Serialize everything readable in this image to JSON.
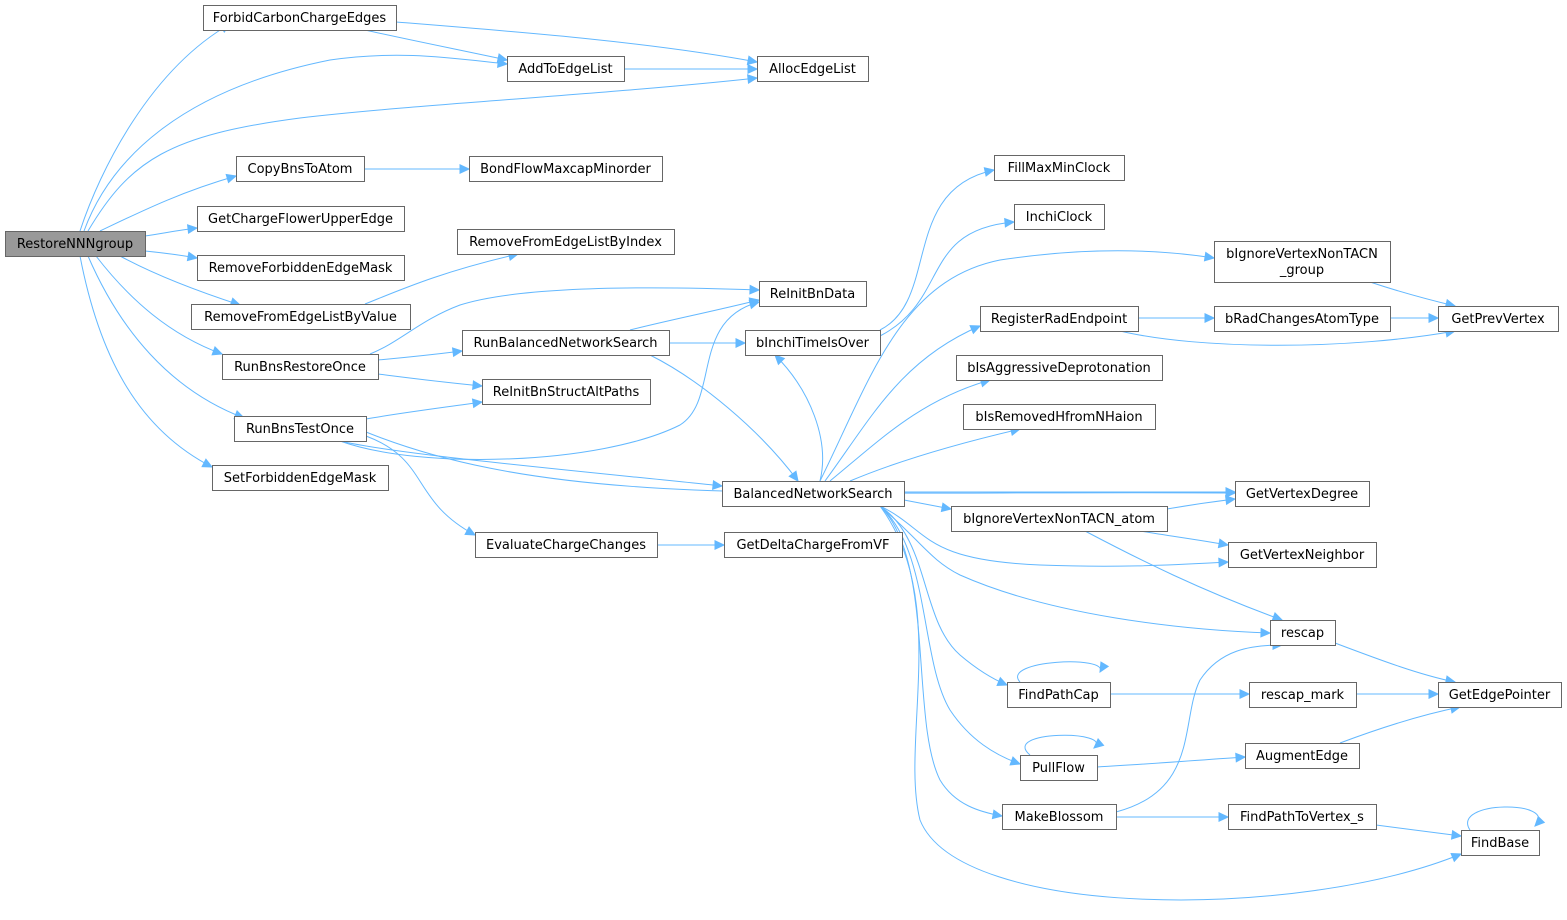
{
  "colors": {
    "edge": "#63b8ff",
    "node_border": "#666666",
    "root_fill": "#999999",
    "node_fill": "#ffffff"
  },
  "nodes": [
    {
      "id": "RestoreNNNgroup",
      "label": "RestoreNNNgroup",
      "root": true
    },
    {
      "id": "ForbidCarbonChargeEdges",
      "label": "ForbidCarbonChargeEdges"
    },
    {
      "id": "AddToEdgeList",
      "label": "AddToEdgeList"
    },
    {
      "id": "AllocEdgeList",
      "label": "AllocEdgeList"
    },
    {
      "id": "CopyBnsToAtom",
      "label": "CopyBnsToAtom"
    },
    {
      "id": "BondFlowMaxcapMinorder",
      "label": "BondFlowMaxcapMinorder"
    },
    {
      "id": "GetChargeFlowerUpperEdge",
      "label": "GetChargeFlowerUpperEdge"
    },
    {
      "id": "RemoveFromEdgeListByIndex",
      "label": "RemoveFromEdgeListByIndex"
    },
    {
      "id": "RemoveForbiddenEdgeMask",
      "label": "RemoveForbiddenEdgeMask"
    },
    {
      "id": "ReInitBnData",
      "label": "ReInitBnData"
    },
    {
      "id": "RemoveFromEdgeListByValue",
      "label": "RemoveFromEdgeListByValue"
    },
    {
      "id": "RunBalancedNetworkSearch",
      "label": "RunBalancedNetworkSearch"
    },
    {
      "id": "bInchiTimeIsOver",
      "label": "bInchiTimeIsOver"
    },
    {
      "id": "RunBnsRestoreOnce",
      "label": "RunBnsRestoreOnce"
    },
    {
      "id": "ReInitBnStructAltPaths",
      "label": "ReInitBnStructAltPaths"
    },
    {
      "id": "RunBnsTestOnce",
      "label": "RunBnsTestOnce"
    },
    {
      "id": "SetForbiddenEdgeMask",
      "label": "SetForbiddenEdgeMask"
    },
    {
      "id": "BalancedNetworkSearch",
      "label": "BalancedNetworkSearch"
    },
    {
      "id": "EvaluateChargeChanges",
      "label": "EvaluateChargeChanges"
    },
    {
      "id": "GetDeltaChargeFromVF",
      "label": "GetDeltaChargeFromVF"
    },
    {
      "id": "FillMaxMinClock",
      "label": "FillMaxMinClock"
    },
    {
      "id": "InchiClock",
      "label": "InchiClock"
    },
    {
      "id": "bIgnoreVertexNonTACN_group",
      "label": "bIgnoreVertexNonTACN_group",
      "lines": [
        "bIgnoreVertexNonTACN",
        "_group"
      ]
    },
    {
      "id": "RegisterRadEndpoint",
      "label": "RegisterRadEndpoint"
    },
    {
      "id": "bRadChangesAtomType",
      "label": "bRadChangesAtomType"
    },
    {
      "id": "GetPrevVertex",
      "label": "GetPrevVertex"
    },
    {
      "id": "bIsAggressiveDeprotonation",
      "label": "bIsAggressiveDeprotonation"
    },
    {
      "id": "bIsRemovedHfromNHaion",
      "label": "bIsRemovedHfromNHaion"
    },
    {
      "id": "GetVertexDegree",
      "label": "GetVertexDegree"
    },
    {
      "id": "bIgnoreVertexNonTACN_atom",
      "label": "bIgnoreVertexNonTACN_atom"
    },
    {
      "id": "GetVertexNeighbor",
      "label": "GetVertexNeighbor"
    },
    {
      "id": "rescap",
      "label": "rescap"
    },
    {
      "id": "FindPathCap",
      "label": "FindPathCap"
    },
    {
      "id": "rescap_mark",
      "label": "rescap_mark"
    },
    {
      "id": "GetEdgePointer",
      "label": "GetEdgePointer"
    },
    {
      "id": "PullFlow",
      "label": "PullFlow"
    },
    {
      "id": "AugmentEdge",
      "label": "AugmentEdge"
    },
    {
      "id": "MakeBlossom",
      "label": "MakeBlossom"
    },
    {
      "id": "FindPathToVertex_s",
      "label": "FindPathToVertex_s"
    },
    {
      "id": "FindBase",
      "label": "FindBase"
    }
  ],
  "edges": [
    [
      "RestoreNNNgroup",
      "ForbidCarbonChargeEdges"
    ],
    [
      "RestoreNNNgroup",
      "AddToEdgeList"
    ],
    [
      "RestoreNNNgroup",
      "AllocEdgeList"
    ],
    [
      "RestoreNNNgroup",
      "CopyBnsToAtom"
    ],
    [
      "RestoreNNNgroup",
      "GetChargeFlowerUpperEdge"
    ],
    [
      "RestoreNNNgroup",
      "RemoveForbiddenEdgeMask"
    ],
    [
      "RestoreNNNgroup",
      "RemoveFromEdgeListByValue"
    ],
    [
      "RestoreNNNgroup",
      "RunBnsRestoreOnce"
    ],
    [
      "RestoreNNNgroup",
      "RunBnsTestOnce"
    ],
    [
      "RestoreNNNgroup",
      "SetForbiddenEdgeMask"
    ],
    [
      "ForbidCarbonChargeEdges",
      "AddToEdgeList"
    ],
    [
      "ForbidCarbonChargeEdges",
      "AllocEdgeList"
    ],
    [
      "AddToEdgeList",
      "AllocEdgeList"
    ],
    [
      "CopyBnsToAtom",
      "BondFlowMaxcapMinorder"
    ],
    [
      "RemoveFromEdgeListByValue",
      "RemoveFromEdgeListByIndex"
    ],
    [
      "RunBnsRestoreOnce",
      "ReInitBnData"
    ],
    [
      "RunBnsRestoreOnce",
      "RunBalancedNetworkSearch"
    ],
    [
      "RunBnsRestoreOnce",
      "ReInitBnStructAltPaths"
    ],
    [
      "RunBnsTestOnce",
      "ReInitBnData"
    ],
    [
      "RunBnsTestOnce",
      "ReInitBnStructAltPaths"
    ],
    [
      "RunBnsTestOnce",
      "BalancedNetworkSearch"
    ],
    [
      "RunBnsTestOnce",
      "EvaluateChargeChanges"
    ],
    [
      "RunBnsTestOnce",
      "GetVertexDegree"
    ],
    [
      "RunBalancedNetworkSearch",
      "ReInitBnData"
    ],
    [
      "RunBalancedNetworkSearch",
      "bInchiTimeIsOver"
    ],
    [
      "RunBalancedNetworkSearch",
      "BalancedNetworkSearch"
    ],
    [
      "bInchiTimeIsOver",
      "FillMaxMinClock"
    ],
    [
      "bInchiTimeIsOver",
      "InchiClock"
    ],
    [
      "EvaluateChargeChanges",
      "GetDeltaChargeFromVF"
    ],
    [
      "BalancedNetworkSearch",
      "bInchiTimeIsOver"
    ],
    [
      "BalancedNetworkSearch",
      "bIgnoreVertexNonTACN_group"
    ],
    [
      "BalancedNetworkSearch",
      "RegisterRadEndpoint"
    ],
    [
      "BalancedNetworkSearch",
      "bIsAggressiveDeprotonation"
    ],
    [
      "BalancedNetworkSearch",
      "bIsRemovedHfromNHaion"
    ],
    [
      "BalancedNetworkSearch",
      "GetVertexDegree"
    ],
    [
      "BalancedNetworkSearch",
      "bIgnoreVertexNonTACN_atom"
    ],
    [
      "BalancedNetworkSearch",
      "GetVertexNeighbor"
    ],
    [
      "BalancedNetworkSearch",
      "rescap"
    ],
    [
      "BalancedNetworkSearch",
      "FindPathCap"
    ],
    [
      "BalancedNetworkSearch",
      "PullFlow"
    ],
    [
      "BalancedNetworkSearch",
      "MakeBlossom"
    ],
    [
      "BalancedNetworkSearch",
      "FindBase"
    ],
    [
      "bIgnoreVertexNonTACN_group",
      "GetPrevVertex"
    ],
    [
      "RegisterRadEndpoint",
      "bRadChangesAtomType"
    ],
    [
      "RegisterRadEndpoint",
      "GetPrevVertex"
    ],
    [
      "bRadChangesAtomType",
      "GetPrevVertex"
    ],
    [
      "bIgnoreVertexNonTACN_atom",
      "GetVertexDegree"
    ],
    [
      "bIgnoreVertexNonTACN_atom",
      "GetVertexNeighbor"
    ],
    [
      "bIgnoreVertexNonTACN_atom",
      "rescap"
    ],
    [
      "rescap",
      "GetEdgePointer"
    ],
    [
      "FindPathCap",
      "FindPathCap"
    ],
    [
      "FindPathCap",
      "rescap_mark"
    ],
    [
      "rescap_mark",
      "GetEdgePointer"
    ],
    [
      "PullFlow",
      "PullFlow"
    ],
    [
      "PullFlow",
      "AugmentEdge"
    ],
    [
      "AugmentEdge",
      "GetEdgePointer"
    ],
    [
      "MakeBlossom",
      "rescap"
    ],
    [
      "MakeBlossom",
      "FindPathToVertex_s"
    ],
    [
      "FindPathToVertex_s",
      "FindBase"
    ],
    [
      "FindBase",
      "FindBase"
    ]
  ]
}
